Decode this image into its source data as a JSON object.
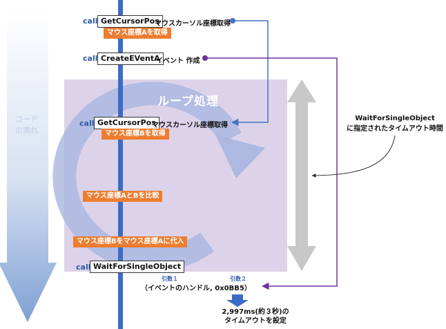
{
  "flow_label": "コードの流れ",
  "loop_title": "ループ処理",
  "calls": [
    {
      "call": "call",
      "fn": "GetCursorPos",
      "desc": "マウスカーソル座標取得",
      "tag": "マウス座標Aを取得"
    },
    {
      "call": "call",
      "fn": "CreateEVentA",
      "desc": "イベント 作成"
    },
    {
      "call": "call",
      "fn": "GetCursorPos",
      "desc": "マウスカーソル座標取得",
      "tag": "マウス座標Bを取得"
    },
    {
      "call": "call",
      "fn": "WaitForSingleObject"
    }
  ],
  "steps": [
    "マウス座標AとBを比較",
    "マウス座標Bをマウス座標Aに代入"
  ],
  "timeout_note": [
    "WaitForSingleObject",
    "に指定されたタイムアウト時間"
  ],
  "args": {
    "arg1_label": "引数１",
    "arg2_label": "引数２",
    "text": "（イベントのハンドル,  0x0BB5）"
  },
  "result": [
    "2,997ms(約３秒)の",
    "タイムアウトを設定"
  ],
  "colors": {
    "loop_box": "#dcd3ea",
    "code_line": "#3b6cc6",
    "tag": "#ed7d31",
    "call": "#2e5aa8",
    "blue_connector": "#4472c4",
    "purple_connector": "#7030a0",
    "gray_arrow": "#c8c8c8"
  }
}
